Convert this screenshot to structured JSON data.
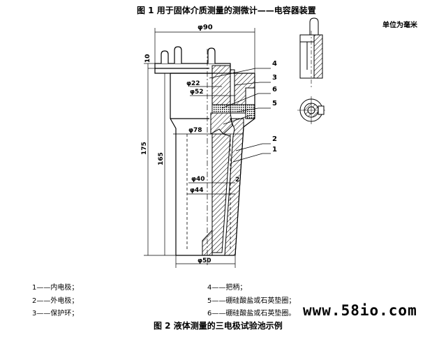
{
  "header": {
    "figure1_caption": "图 1   用于固体介质测量的测微计——电容器装置",
    "unit_note": "单位为毫米"
  },
  "dimensions": {
    "d90": "φ90",
    "d22": "φ22",
    "d52": "φ52",
    "d78": "φ78",
    "d40": "φ40",
    "d44": "φ44",
    "d50": "φ50",
    "h10": "10",
    "h175": "175",
    "h165": "165"
  },
  "callouts": [
    "4",
    "3",
    "6",
    "5",
    "2",
    "1",
    "2"
  ],
  "legend": {
    "items": [
      "1——内电极；",
      "2——外电极；",
      "3——保护环；",
      "4——把柄；",
      "5——硼硅酸盐或石英垫圈；",
      "6——硼硅酸盐或石英垫圈。"
    ]
  },
  "footer": {
    "figure2_caption": "图 2   液体测量的三电极试验池示例",
    "watermark": "www.58io.com"
  }
}
